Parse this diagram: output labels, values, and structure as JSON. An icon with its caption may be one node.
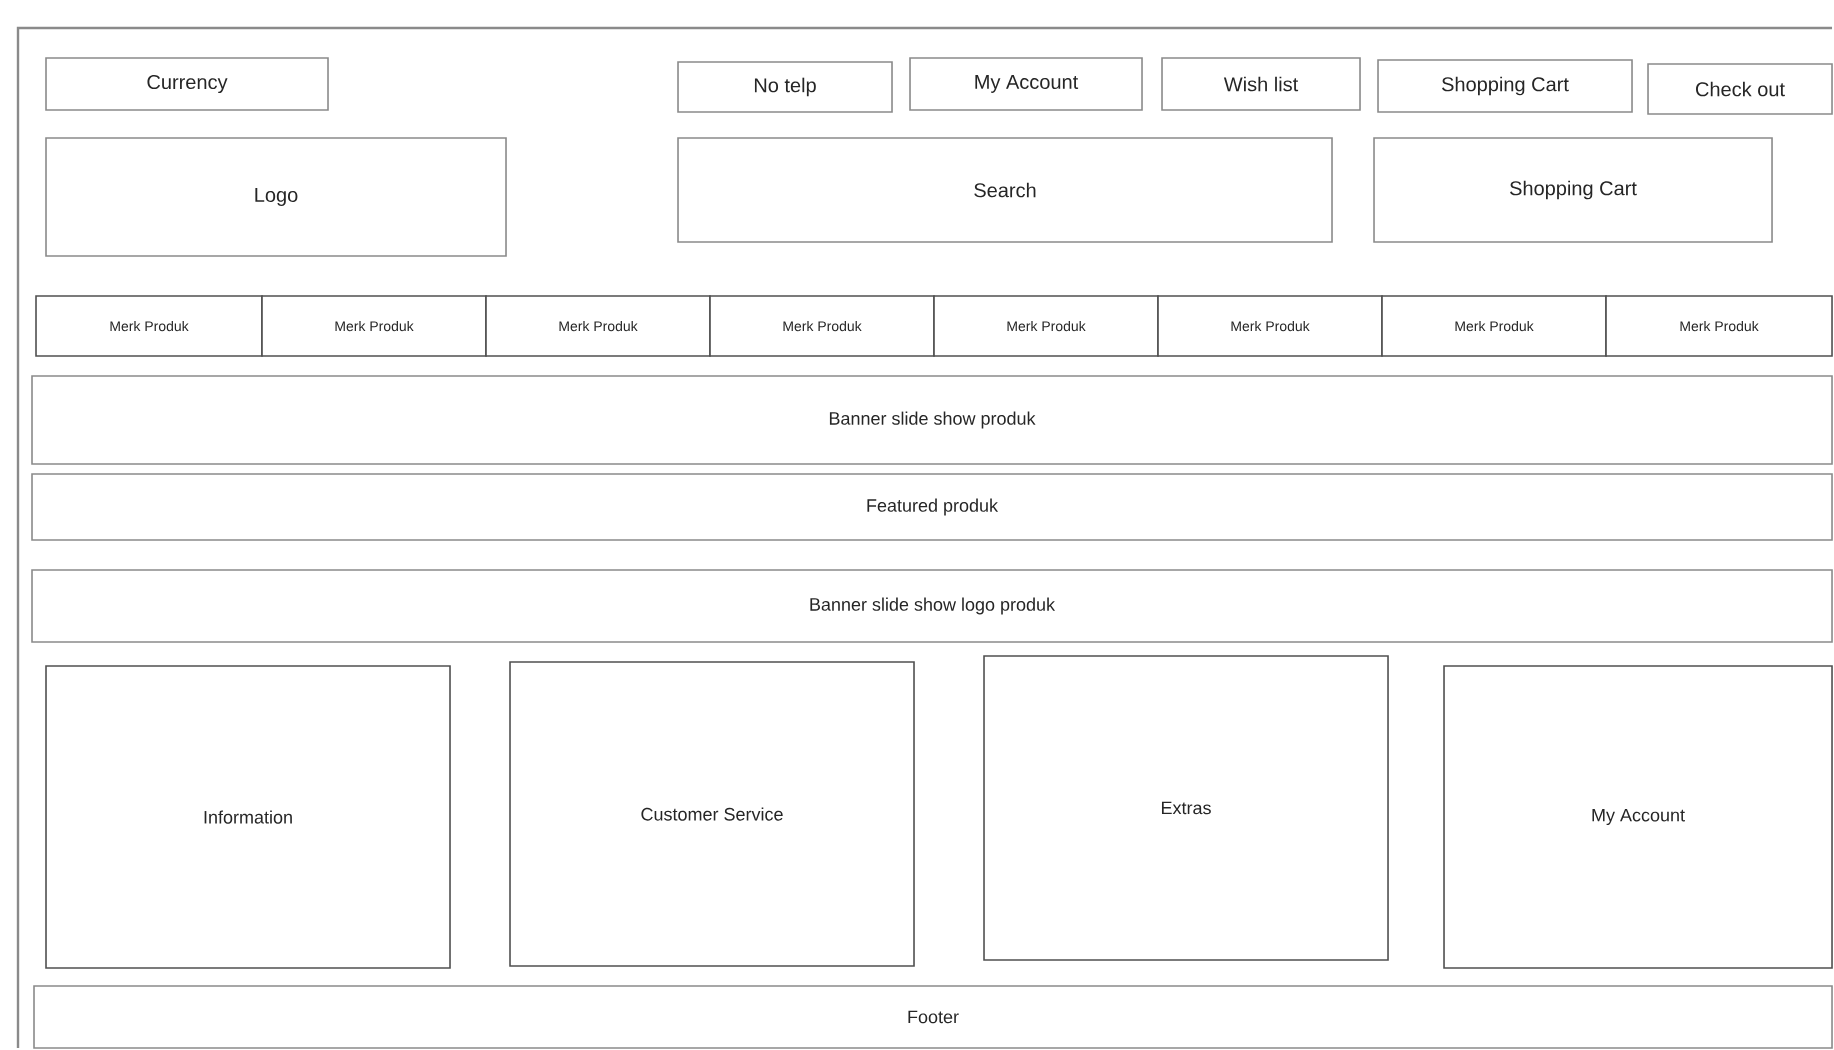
{
  "diagram": {
    "nodes": [
      {
        "text": [],
        "shape": "box"
      },
      {
        "text": [
          "Currency"
        ],
        "in": 0
      },
      {
        "text": [
          "No telp"
        ],
        "in": 0
      },
      {
        "text": [
          "My Account"
        ],
        "in": 0
      },
      {
        "text": [
          "Wish list"
        ],
        "in": 0
      },
      {
        "text": [
          "Shopping Cart"
        ],
        "in": 0
      },
      {
        "text": [
          "Check out"
        ],
        "in": 0
      },
      {
        "text": [
          "Logo"
        ],
        "in": 0
      },
      {
        "text": [
          "Search"
        ],
        "in": 0
      },
      {
        "text": [
          "Shopping Cart"
        ],
        "in": 0
      },
      {
        "text": [
          "Merk Produk"
        ],
        "in": 0
      },
      {
        "text": [
          "Merk Produk"
        ],
        "in": 0
      },
      {
        "text": [
          "Merk Produk"
        ],
        "in": 0
      },
      {
        "text": [
          "Merk Produk"
        ],
        "in": 0
      },
      {
        "text": [
          "Merk Produk"
        ],
        "in": 0
      },
      {
        "text": [
          "Merk Produk"
        ],
        "in": 0
      },
      {
        "text": [
          "Merk Produk"
        ],
        "in": 0
      },
      {
        "text": [
          "Merk Produk"
        ],
        "in": 0
      },
      {
        "text": [
          "Banner slide show produk"
        ],
        "in": 0
      },
      {
        "text": [
          "Featured produk"
        ],
        "in": 0
      },
      {
        "text": [
          "Banner slide show logo produk"
        ],
        "in": 0
      },
      {
        "text": [
          "Information"
        ],
        "in": 0
      },
      {
        "text": [
          "Customer Service"
        ],
        "in": 0
      },
      {
        "text": [
          "Extras"
        ],
        "in": 0
      },
      {
        "text": [
          "My Account"
        ],
        "in": 0
      },
      {
        "text": [
          "Footer"
        ],
        "in": 0
      }
    ]
  }
}
